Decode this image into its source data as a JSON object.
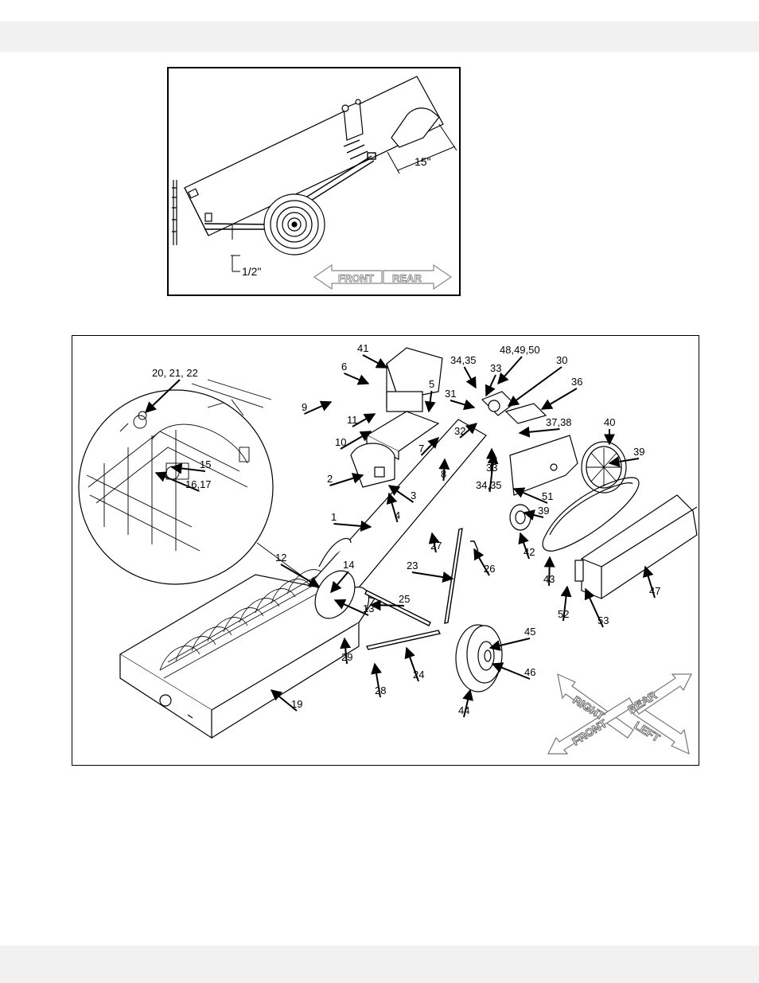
{
  "figure1": {
    "dimension_15": "15\"",
    "dimension_half": "1/2\"",
    "direction_front": "FRONT",
    "direction_rear": "REAR"
  },
  "figure2": {
    "part_labels": [
      {
        "id": "p41",
        "text": "41"
      },
      {
        "id": "p6",
        "text": "6"
      },
      {
        "id": "p9",
        "text": "9"
      },
      {
        "id": "p5",
        "text": "5"
      },
      {
        "id": "p11",
        "text": "11"
      },
      {
        "id": "p10",
        "text": "10"
      },
      {
        "id": "p2",
        "text": "2"
      },
      {
        "id": "p3",
        "text": "3"
      },
      {
        "id": "p4",
        "text": "4"
      },
      {
        "id": "p1",
        "text": "1"
      },
      {
        "id": "p7",
        "text": "7"
      },
      {
        "id": "p8",
        "text": "8"
      },
      {
        "id": "p3435a",
        "text": "34,35"
      },
      {
        "id": "p33a",
        "text": "33"
      },
      {
        "id": "p484950",
        "text": "48,49,50"
      },
      {
        "id": "p30",
        "text": "30"
      },
      {
        "id": "p31",
        "text": "31"
      },
      {
        "id": "p36",
        "text": "36"
      },
      {
        "id": "p32",
        "text": "32"
      },
      {
        "id": "p3738",
        "text": "37,38"
      },
      {
        "id": "p33b",
        "text": "33"
      },
      {
        "id": "p3435b",
        "text": "34,35"
      },
      {
        "id": "p40",
        "text": "40"
      },
      {
        "id": "p39a",
        "text": "39"
      },
      {
        "id": "p51",
        "text": "51"
      },
      {
        "id": "p39b",
        "text": "39"
      },
      {
        "id": "p42",
        "text": "42"
      },
      {
        "id": "p43",
        "text": "43"
      },
      {
        "id": "p47",
        "text": "47"
      },
      {
        "id": "p52",
        "text": "52"
      },
      {
        "id": "p53",
        "text": "53"
      },
      {
        "id": "p27",
        "text": "27"
      },
      {
        "id": "p26",
        "text": "26"
      },
      {
        "id": "p23",
        "text": "23"
      },
      {
        "id": "p25",
        "text": "25"
      },
      {
        "id": "p12",
        "text": "12"
      },
      {
        "id": "p14",
        "text": "14"
      },
      {
        "id": "p13",
        "text": "13"
      },
      {
        "id": "p29",
        "text": "29"
      },
      {
        "id": "p24",
        "text": "24"
      },
      {
        "id": "p28",
        "text": "28"
      },
      {
        "id": "p45",
        "text": "45"
      },
      {
        "id": "p46",
        "text": "46"
      },
      {
        "id": "p44",
        "text": "44"
      },
      {
        "id": "p19",
        "text": "19"
      },
      {
        "id": "p202122",
        "text": "20, 21, 22"
      },
      {
        "id": "p15",
        "text": "15"
      },
      {
        "id": "p1617",
        "text": "16,17"
      }
    ],
    "compass": {
      "right": "RIGHT",
      "rear": "REAR",
      "front": "FRONT",
      "left": "LEFT"
    }
  }
}
